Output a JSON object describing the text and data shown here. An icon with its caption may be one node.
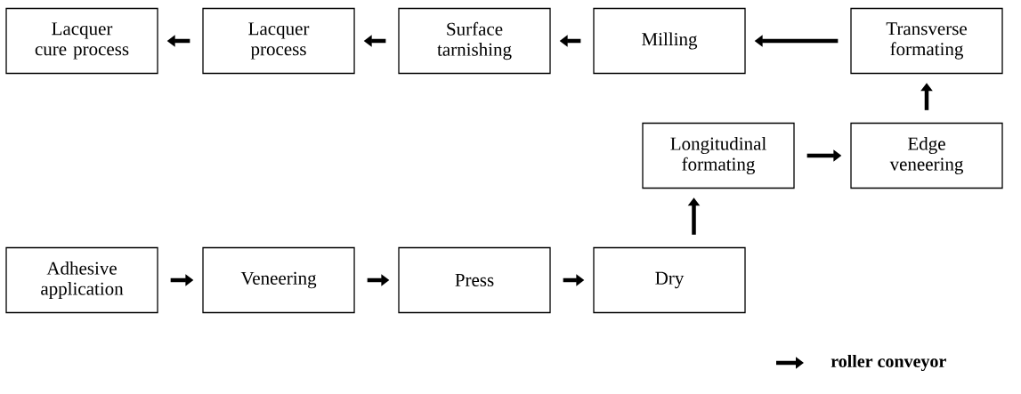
{
  "diagram": {
    "nodes": [
      {
        "text": [
          "Lacquer cure process"
        ]
      },
      {
        "text": [
          "Lacquer process"
        ]
      },
      {
        "text": [
          "Surface tarnishing"
        ]
      },
      {
        "text": [
          "Milling"
        ]
      },
      {
        "text": [
          "Transverse formating"
        ]
      },
      {
        "text": [
          "Longitudinal formating"
        ]
      },
      {
        "text": [
          "Edge veneering"
        ]
      },
      {
        "text": [
          "Adhesive application"
        ]
      },
      {
        "text": [
          "Veneering"
        ]
      },
      {
        "text": [
          "Press"
        ]
      },
      {
        "text": [
          "Dry"
        ]
      }
    ],
    "edges": [
      {
        "from": 7,
        "to": 8,
        "arrow": "to"
      },
      {
        "from": 8,
        "to": 9,
        "arrow": "to"
      },
      {
        "from": 9,
        "to": 10,
        "arrow": "to"
      },
      {
        "from": 10,
        "to": 5,
        "arrow": "to"
      },
      {
        "from": 5,
        "to": 6,
        "arrow": "to"
      },
      {
        "from": 6,
        "to": 4,
        "arrow": "to"
      },
      {
        "from": 4,
        "to": 3,
        "arrow": "to"
      },
      {
        "from": 3,
        "to": 2,
        "arrow": "to"
      },
      {
        "from": 2,
        "to": 1,
        "arrow": "to"
      },
      {
        "from": 1,
        "to": 0,
        "arrow": "to"
      }
    ],
    "legend": [
      {
        "text": "roller conveyor"
      }
    ]
  }
}
